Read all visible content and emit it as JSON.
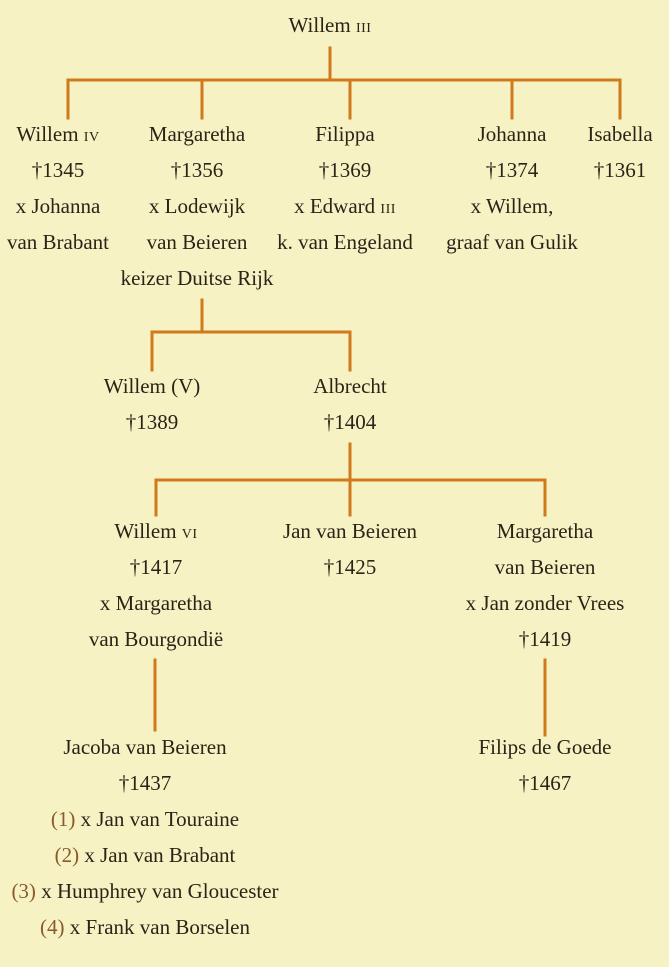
{
  "chart_colors": {
    "background": "#f6f2c4",
    "connector": "#d07a1c",
    "text": "#2a2418"
  },
  "nodes": {
    "willem3": {
      "name": "Willem",
      "roman": "III"
    },
    "willem4": {
      "name": "Willem",
      "roman": "IV",
      "died": "†1345",
      "spouse_1": "x Johanna",
      "spouse_2": "van Brabant"
    },
    "margaretha1": {
      "name": "Margaretha",
      "died": "†1356",
      "spouse_1": "x Lodewijk",
      "spouse_2": "van Beieren",
      "spouse_3": "keizer Duitse Rijk"
    },
    "filippa": {
      "name": "Filippa",
      "died": "†1369",
      "spouse_pre": "x Edward",
      "spouse_roman": "III",
      "spouse_2": "k. van Engeland"
    },
    "johanna": {
      "name": "Johanna",
      "died": "†1374",
      "spouse_1": "x Willem,",
      "spouse_2": "graaf van Gulik"
    },
    "isabella": {
      "name": "Isabella",
      "died": "†1361"
    },
    "willem5": {
      "name": "Willem (V)",
      "died": "†1389"
    },
    "albrecht": {
      "name": "Albrecht",
      "died": "†1404"
    },
    "willem6": {
      "name": "Willem",
      "roman": "VI",
      "died": "†1417",
      "spouse_1": "x Margaretha",
      "spouse_2": "van Bourgondië"
    },
    "jan": {
      "name": "Jan van Beieren",
      "died": "†1425"
    },
    "margaretha2": {
      "name_1": "Margaretha",
      "name_2": "van Beieren",
      "spouse_1": "x Jan zonder Vrees",
      "died": "†1419"
    },
    "jacoba": {
      "name": "Jacoba van Beieren",
      "died": "†1437",
      "marriages": [
        {
          "num": "(1)",
          "text": "x Jan van Touraine"
        },
        {
          "num": "(2)",
          "text": "x Jan van Brabant"
        },
        {
          "num": "(3)",
          "text": "x Humphrey van Gloucester"
        },
        {
          "num": "(4)",
          "text": "x Frank van Borselen"
        }
      ]
    },
    "filips": {
      "name": "Filips de Goede",
      "died": "†1467"
    }
  }
}
